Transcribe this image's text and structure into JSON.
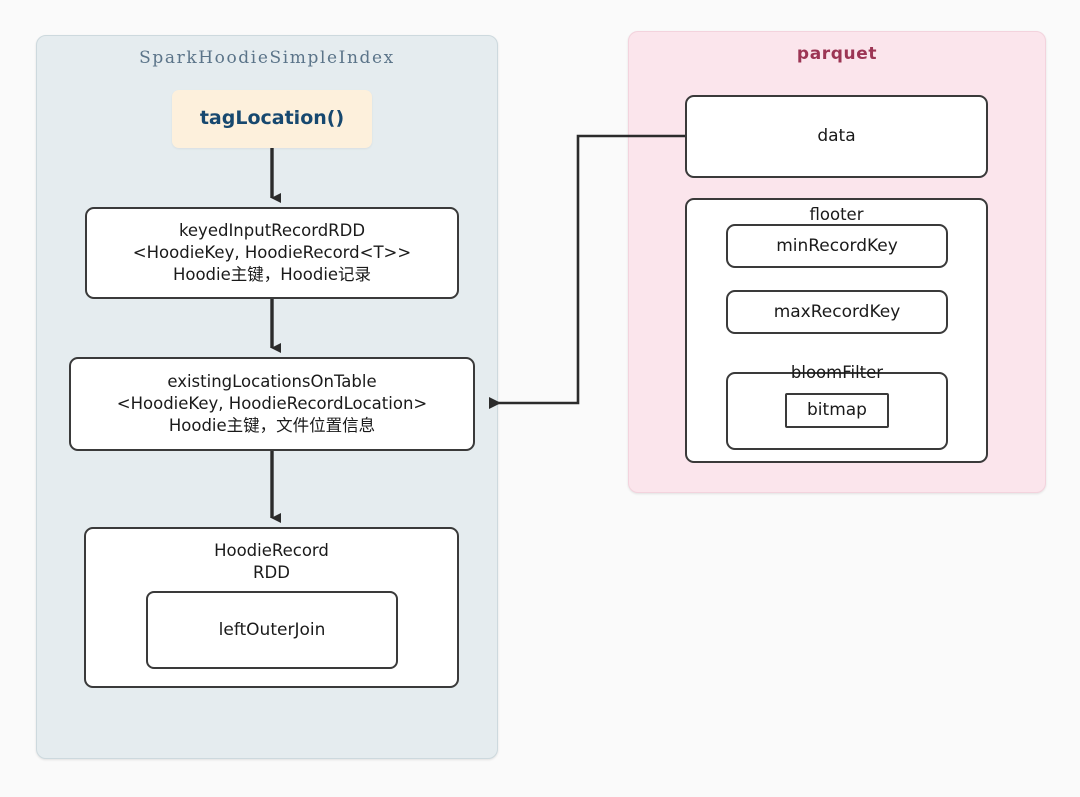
{
  "diagram": {
    "title": "SparkHoodieSimpleIndex tagLocation flow with parquet metadata",
    "background_color": "#fafafa",
    "stroke_color": "#3a3a3a"
  },
  "groups": {
    "spark": {
      "title": "SparkHoodieSimpleIndex",
      "fill_color": "#e5ecef",
      "border_color": "#cdd9de",
      "title_color": "#5b7489"
    },
    "parquet": {
      "title": "parquet",
      "fill_color": "#fbe5ec",
      "border_color": "#f3d3dd",
      "title_color": "#9c3554"
    }
  },
  "nodes": {
    "tag_location": {
      "label": "tagLocation()",
      "fill_color": "#fdf0dc",
      "text_color": "#17486f"
    },
    "keyed_input_record_rdd": {
      "line1": "keyedInputRecordRDD",
      "line2": "<HoodieKey, HoodieRecord<T>>",
      "line3": "Hoodie主键，Hoodie记录"
    },
    "existing_locations_on_table": {
      "line1": "existingLocationsOnTable",
      "line2": "<HoodieKey, HoodieRecordLocation>",
      "line3": "Hoodie主键，文件位置信息"
    },
    "hoodie_record_rdd": {
      "line1": "HoodieRecord",
      "line2": "RDD"
    },
    "left_outer_join": {
      "label": "leftOuterJoin"
    },
    "data": {
      "label": "data"
    },
    "flooter": {
      "label": "flooter"
    },
    "min_record_key": {
      "label": "minRecordKey"
    },
    "max_record_key": {
      "label": "maxRecordKey"
    },
    "bloom_filter": {
      "label": "bloomFilter"
    },
    "bitmap": {
      "label": "bitmap"
    }
  },
  "connectors": [
    {
      "name": "tagLocation-to-keyedInputRecordRDD",
      "from": "tag_location",
      "to": "keyed_input_record_rdd",
      "arrow": "down"
    },
    {
      "name": "keyedInputRecordRDD-to-existingLocationsOnTable",
      "from": "keyed_input_record_rdd",
      "to": "existing_locations_on_table",
      "arrow": "down"
    },
    {
      "name": "existingLocationsOnTable-to-hoodieRecordRDD",
      "from": "existing_locations_on_table",
      "to": "hoodie_record_rdd",
      "arrow": "down"
    },
    {
      "name": "data-to-existingLocationsOnTable",
      "from": "data",
      "to": "existing_locations_on_table",
      "arrow": "left"
    }
  ]
}
